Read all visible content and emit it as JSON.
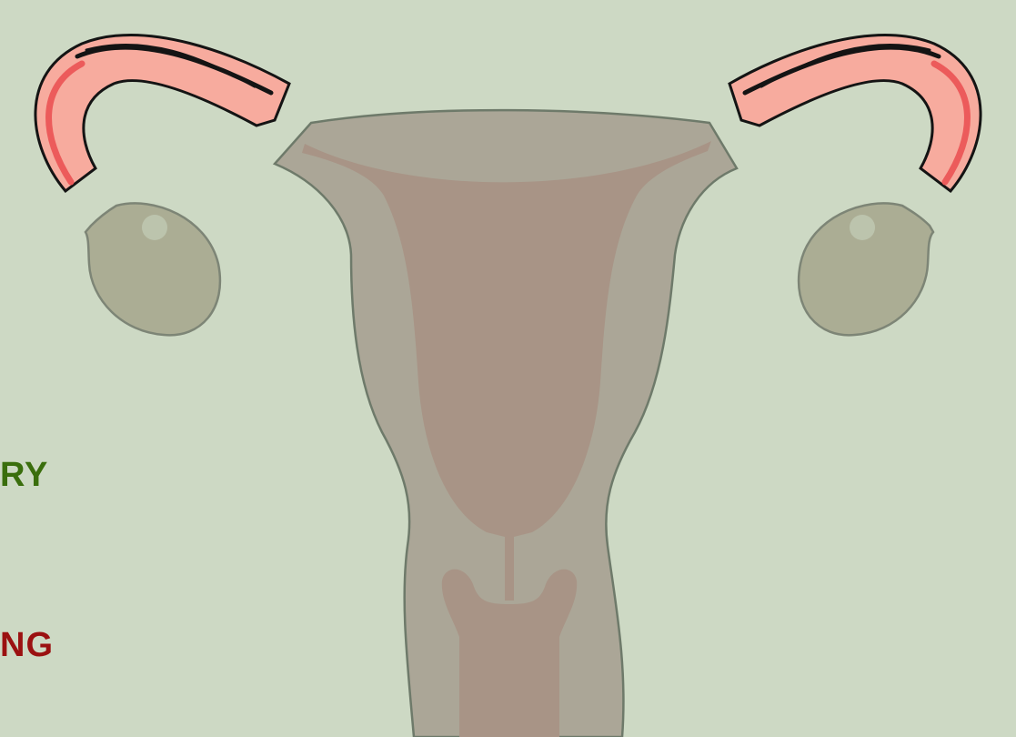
{
  "labels": {
    "top": "RY",
    "bottom": "NG"
  },
  "colors": {
    "background": "#cdd9c4",
    "label_top": "#3a6e0d",
    "label_bottom": "#9b1111",
    "uterus_outer": "#aba697",
    "uterus_inner": "#a89486",
    "ovary": "#abad94",
    "tube_fill": "#f7ab9e",
    "tube_stripe": "#ec5b5b",
    "tube_outline": "#141414"
  },
  "parts": [
    "fallopian-tube-left",
    "fallopian-tube-right",
    "ovary-left",
    "ovary-right",
    "uterus",
    "endometrium",
    "cervix"
  ]
}
